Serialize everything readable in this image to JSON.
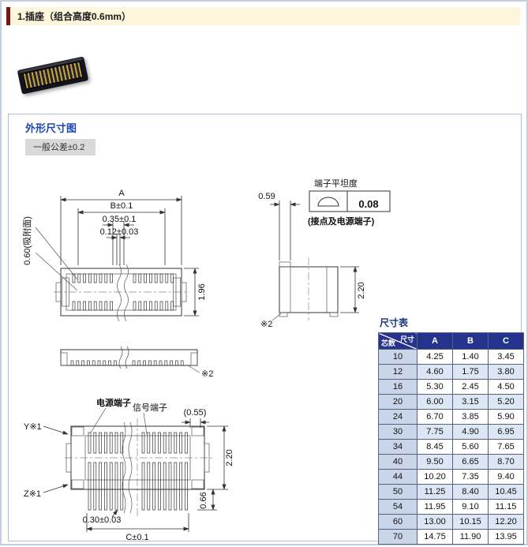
{
  "page": {
    "title": "1.插座（组合高度0.6mm）"
  },
  "section": {
    "title": "外形尺寸图",
    "tolerance": "一般公差±0.2"
  },
  "drawing": {
    "labels": {
      "dim_a": "A",
      "dim_b": "B±0.1",
      "dim_035": "0.35±0.1",
      "dim_012": "0.12±0.03",
      "suction": "0.60(吸附面)",
      "dim_196": "1.96",
      "note2_side": "※2",
      "note2_section": "※2",
      "dim_059": "0.59",
      "flatness_title": "端子平坦度",
      "flatness_value": "0.08",
      "flatness_note": "(接点及电源端子)",
      "dim_220_section": "2.20",
      "power": "电源端子",
      "signal": "信号端子",
      "dim_055": "(0.55)",
      "y_mark": "Y※1",
      "z_mark": "Z※1",
      "dim_220_bottom": "2.20",
      "dim_066": "0.66",
      "dim_030": "0.30±0.03",
      "dim_c": "C±0.1"
    }
  },
  "table": {
    "title": "尺寸表",
    "corner": {
      "top": "尺寸",
      "bottom": "芯数"
    },
    "columns": [
      "A",
      "B",
      "C"
    ],
    "rows": [
      [
        "10",
        "4.25",
        "1.40",
        "3.45"
      ],
      [
        "12",
        "4.60",
        "1.75",
        "3.80"
      ],
      [
        "16",
        "5.30",
        "2.45",
        "4.50"
      ],
      [
        "20",
        "6.00",
        "3.15",
        "5.20"
      ],
      [
        "24",
        "6.70",
        "3.85",
        "5.90"
      ],
      [
        "30",
        "7.75",
        "4.90",
        "6.95"
      ],
      [
        "34",
        "8.45",
        "5.60",
        "7.65"
      ],
      [
        "40",
        "9.50",
        "6.65",
        "8.70"
      ],
      [
        "44",
        "10.20",
        "7.35",
        "9.40"
      ],
      [
        "50",
        "11.25",
        "8.40",
        "10.45"
      ],
      [
        "54",
        "11.95",
        "9.10",
        "11.15"
      ],
      [
        "60",
        "13.00",
        "10.15",
        "12.20"
      ],
      [
        "70",
        "14.75",
        "11.90",
        "13.95"
      ]
    ]
  },
  "colors": {
    "accent_red": "#7b1416",
    "header_bg": "#fdf6dd",
    "title_blue": "#1b46b0",
    "table_header_bg": "#25338c",
    "row_shade": "#dce6f4",
    "first_col": "#c9d6ea"
  }
}
